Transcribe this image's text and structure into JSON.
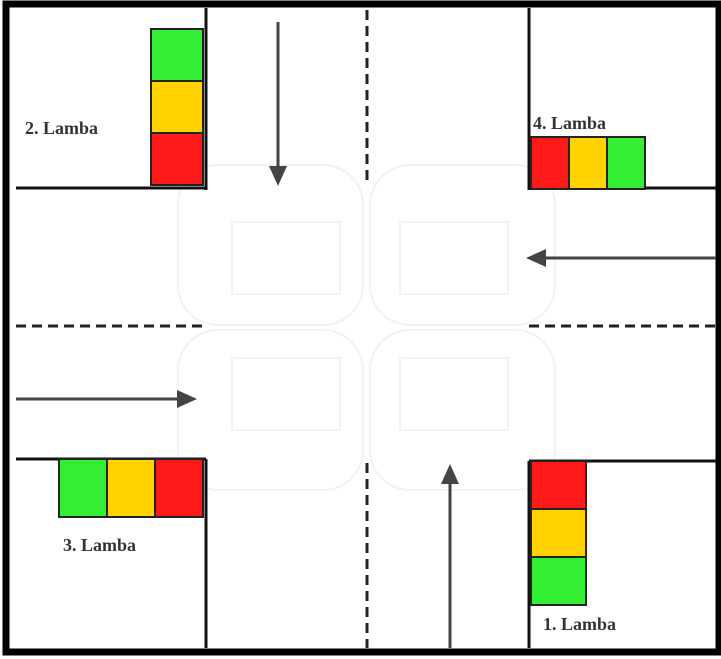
{
  "lamps": [
    {
      "id": "l1",
      "label": "1. Lamba",
      "orientation": "vertical",
      "colors": [
        "red",
        "yellow",
        "green"
      ]
    },
    {
      "id": "l2",
      "label": "2. Lamba",
      "orientation": "vertical",
      "colors": [
        "green",
        "yellow",
        "red"
      ]
    },
    {
      "id": "l3",
      "label": "3. Lamba",
      "orientation": "horizontal",
      "colors": [
        "green",
        "yellow",
        "red"
      ]
    },
    {
      "id": "l4",
      "label": "4. Lamba",
      "orientation": "horizontal",
      "colors": [
        "red",
        "yellow",
        "green"
      ]
    }
  ],
  "arrows": [
    {
      "id": "north-road-arrow",
      "direction": "down"
    },
    {
      "id": "east-road-arrow",
      "direction": "left"
    },
    {
      "id": "west-road-arrow",
      "direction": "right"
    },
    {
      "id": "south-road-arrow",
      "direction": "up"
    }
  ],
  "palette": {
    "red": "#ff1a1a",
    "yellow": "#ffd200",
    "green": "#33ee33",
    "road_line": "#111111",
    "arrow": "#444444",
    "frame": "#000000"
  }
}
